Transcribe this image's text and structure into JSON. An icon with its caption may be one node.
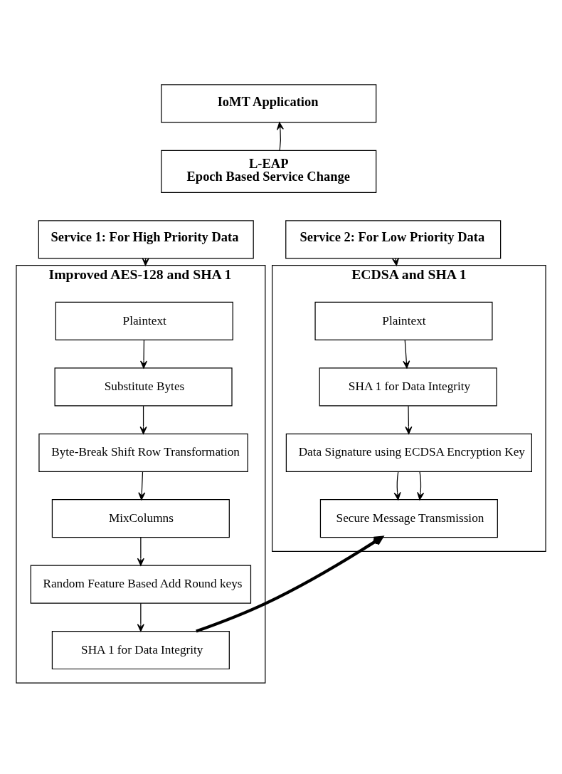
{
  "diagram": {
    "nodes": [
      {
        "text": [
          "IoMT Application"
        ]
      },
      {
        "text": [
          "L-EAP",
          "Epoch Based Service Change"
        ]
      },
      {
        "text": [
          "Service 1: For High Priority Data"
        ]
      },
      {
        "text": [
          "Service 2: For Low Priority Data"
        ]
      },
      {
        "text": [
          "Improved AES-128 and SHA 1"
        ]
      },
      {
        "text": [
          "Plaintext"
        ],
        "in": 4
      },
      {
        "text": [
          "Substitute Bytes"
        ],
        "in": 4
      },
      {
        "text": [
          "Byte-Break Shift Row Transformation"
        ],
        "in": 4
      },
      {
        "text": [
          "MixColumns"
        ],
        "in": 4
      },
      {
        "text": [
          "Random Feature Based Add Round keys"
        ],
        "in": 4
      },
      {
        "text": [
          "SHA 1 for Data Integrity"
        ],
        "in": 4
      },
      {
        "text": [
          "ECDSA and SHA 1"
        ]
      },
      {
        "text": [
          "Plaintext"
        ],
        "in": 11
      },
      {
        "text": [
          "SHA 1 for Data Integrity"
        ],
        "in": 11
      },
      {
        "text": [
          "Data Signature using ECDSA Encryption Key"
        ],
        "in": 11
      },
      {
        "text": [
          "Secure Message Transmission"
        ],
        "in": 11
      }
    ],
    "edges": [
      {
        "from": 1,
        "to": 0,
        "arrow": "to"
      },
      {
        "from": 2,
        "to": 4,
        "arrow": "to"
      },
      {
        "from": 3,
        "to": 11,
        "arrow": "to"
      },
      {
        "from": 5,
        "to": 6,
        "arrow": "to"
      },
      {
        "from": 6,
        "to": 7,
        "arrow": "to"
      },
      {
        "from": 7,
        "to": 8,
        "arrow": "to"
      },
      {
        "from": 8,
        "to": 9,
        "arrow": "to"
      },
      {
        "from": 9,
        "to": 10,
        "arrow": "to"
      },
      {
        "from": 12,
        "to": 13,
        "arrow": "to"
      },
      {
        "from": 13,
        "to": 14,
        "arrow": "to"
      },
      {
        "from": 14,
        "to": 15,
        "arrow": "to"
      },
      {
        "from": 14,
        "to": 15,
        "arrow": "to"
      },
      {
        "from": 10,
        "to": 15,
        "arrow": "to",
        "style": "thick"
      }
    ]
  }
}
